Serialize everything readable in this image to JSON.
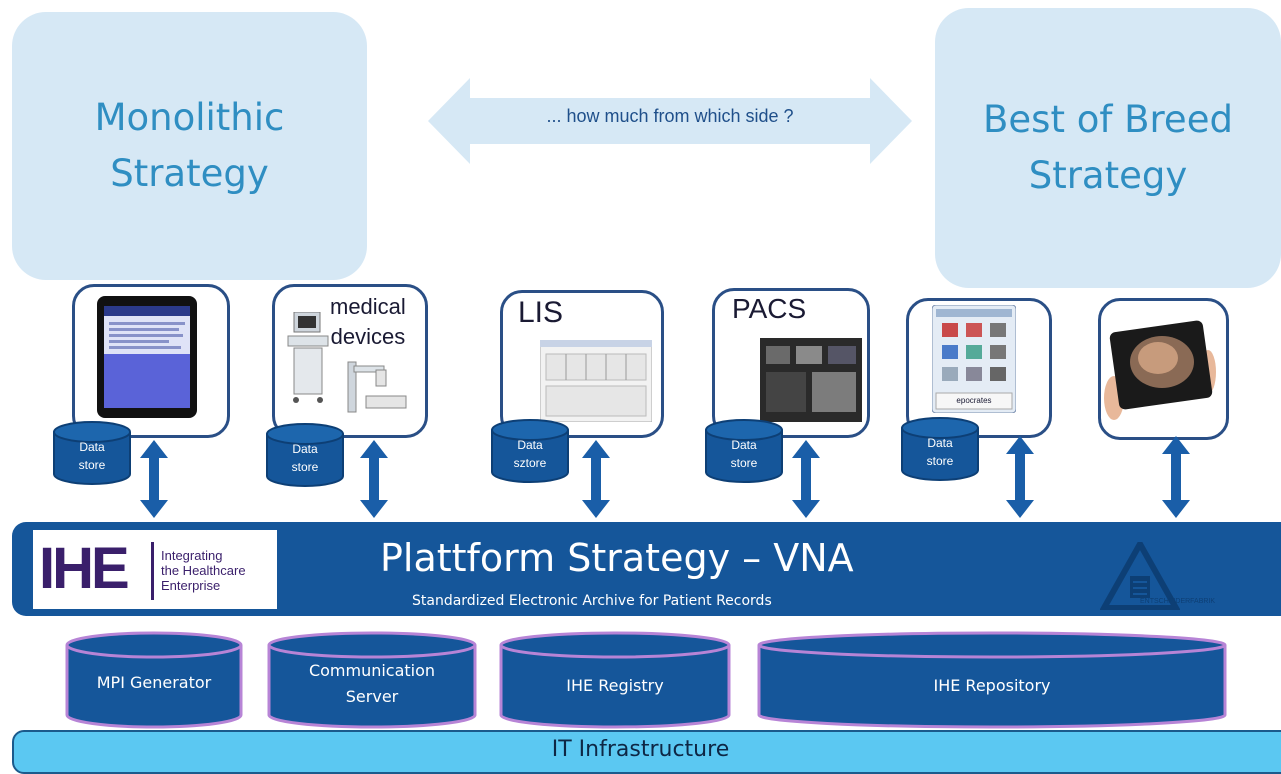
{
  "strategies": {
    "left": "Monolithic\nStrategy",
    "right": "Best of Breed\nStrategy",
    "arrow_label": "... how much from which side ?"
  },
  "apps": {
    "medical_devices": "medical\ndevices",
    "lis": "LIS",
    "pacs": "PACS",
    "epocrates": "epocrates"
  },
  "stores": {
    "s1": "Data\nstore",
    "s2": "Data\nstore",
    "s3": "Data\nsztore",
    "s4": "Data\nstore",
    "s5": "Data\nstore"
  },
  "platform": {
    "title": "Plattform Strategy – VNA",
    "subtitle": "Standardized Electronic Archive for Patient Records",
    "ihe_letters": "IHE",
    "ihe_text": "Integrating\nthe Healthcare\nEnterprise",
    "watermark": "ENTSCHEIDERFABRIK"
  },
  "components": {
    "mpi": "MPI Generator",
    "comm": "Communication\nServer",
    "registry": "IHE Registry",
    "repository": "IHE Repository"
  },
  "infrastructure": "IT Infrastructure",
  "colors": {
    "strategy_box": "#d6e8f5",
    "strategy_text": "#2f8ec2",
    "platform": "#15569a",
    "component": "#15569a",
    "component_border": "#b784d6",
    "infra": "#5bc8f2",
    "arrow": "#1a5ea8"
  }
}
